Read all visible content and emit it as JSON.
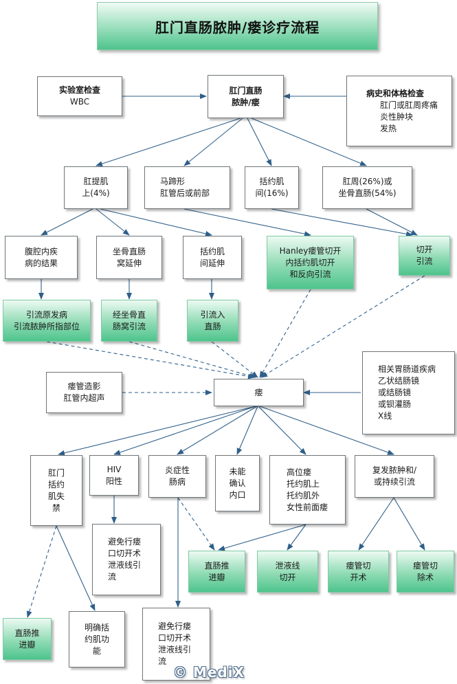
{
  "title": "肛门直肠脓肿/瘘诊疗流程",
  "nodes": {
    "lab": {
      "title": "实验室检查",
      "body": "WBC"
    },
    "center": {
      "text": "肛门直肠\n脓肿/瘘"
    },
    "history": {
      "title": "病史和体格检查",
      "body": "肛门或肛周疼痛\n炎性肿块\n发热"
    },
    "levator": {
      "text": "肛提肌\n上(4%)"
    },
    "horseshoe": {
      "text": "马蹄形\n肛管后或前部"
    },
    "intersph": {
      "text": "括约肌\n间(16%)"
    },
    "perianal": {
      "text": "肛周(26%)或\n坐骨直肠(54%)"
    },
    "pelvic": {
      "text": "腹腔内疾\n病的结果"
    },
    "ischio_ext": {
      "text": "坐骨直肠\n窝延伸"
    },
    "intersph_ext": {
      "text": "括约肌\n间延伸"
    },
    "hanley": {
      "text": "Hanley瘘管切开\n内括约肌切开\n和反向引流"
    },
    "incise": {
      "text": "切开\n引流"
    },
    "drain_primary": {
      "text": "引流原发病\n引流脓肿所指部位"
    },
    "trans_ischio": {
      "text": "经坐骨直\n肠窝引流"
    },
    "drain_rectum": {
      "text": "引流入\n直肠"
    },
    "fistula": {
      "text": "瘘"
    },
    "imaging": {
      "text": "瘘管造影\n肛管内超声"
    },
    "related": {
      "text": "相关胃肠道疾病\n乙状结肠镜\n或结肠镜\n或钡灌肠\nX线"
    },
    "incont": {
      "text": "肛门\n括约\n肌失\n禁"
    },
    "hiv": {
      "text": "HIV\n阳性"
    },
    "ibd": {
      "text": "炎症性\n肠病"
    },
    "no_internal": {
      "text": "未能\n确认\n内口"
    },
    "high": {
      "text": "高位瘘\n托约肌上\n托约肌外\n女性前面瘘"
    },
    "recurrent": {
      "text": "复发脓肿和/\n或持续引流"
    },
    "avoid_hiv": {
      "text": "避免行瘘\n口切开术\n泄液线引\n流"
    },
    "flap1": {
      "text": "直肠推\n进瓣"
    },
    "seton_cut": {
      "text": "泄液线\n切开"
    },
    "fistulotomy": {
      "text": "瘘管切\n开术"
    },
    "fistulectomy": {
      "text": "瘘管切\n除术"
    },
    "flap2": {
      "text": "直肠推\n进瓣"
    },
    "define_sph": {
      "text": "明确括\n约肌功\n能"
    },
    "avoid_ibd": {
      "text": "避免行瘘\n口切开术\n泄液线引\n流"
    }
  },
  "watermark": "© MediX",
  "colors": {
    "line": "#2f5f8a",
    "green": "#4ec48c",
    "border": "#6f7478"
  }
}
